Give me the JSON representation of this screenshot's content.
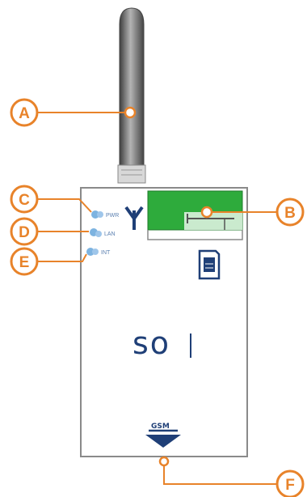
{
  "device": {
    "brand_text": "so",
    "bottom_connector_label": "GSM"
  },
  "leds": [
    {
      "id": "C",
      "label": "PWR"
    },
    {
      "id": "D",
      "label": "LAN"
    },
    {
      "id": "E",
      "label": "INT"
    }
  ],
  "callouts": [
    {
      "id": "A",
      "label": "A"
    },
    {
      "id": "B",
      "label": "B"
    },
    {
      "id": "C",
      "label": "C"
    },
    {
      "id": "D",
      "label": "D"
    },
    {
      "id": "E",
      "label": "E"
    },
    {
      "id": "F",
      "label": "F"
    }
  ],
  "colors": {
    "callout": "#e8832a",
    "board": "#2eab3c",
    "device_blue": "#1f3f77",
    "led": "#7db3e0",
    "antenna": "#7a7a7a"
  }
}
